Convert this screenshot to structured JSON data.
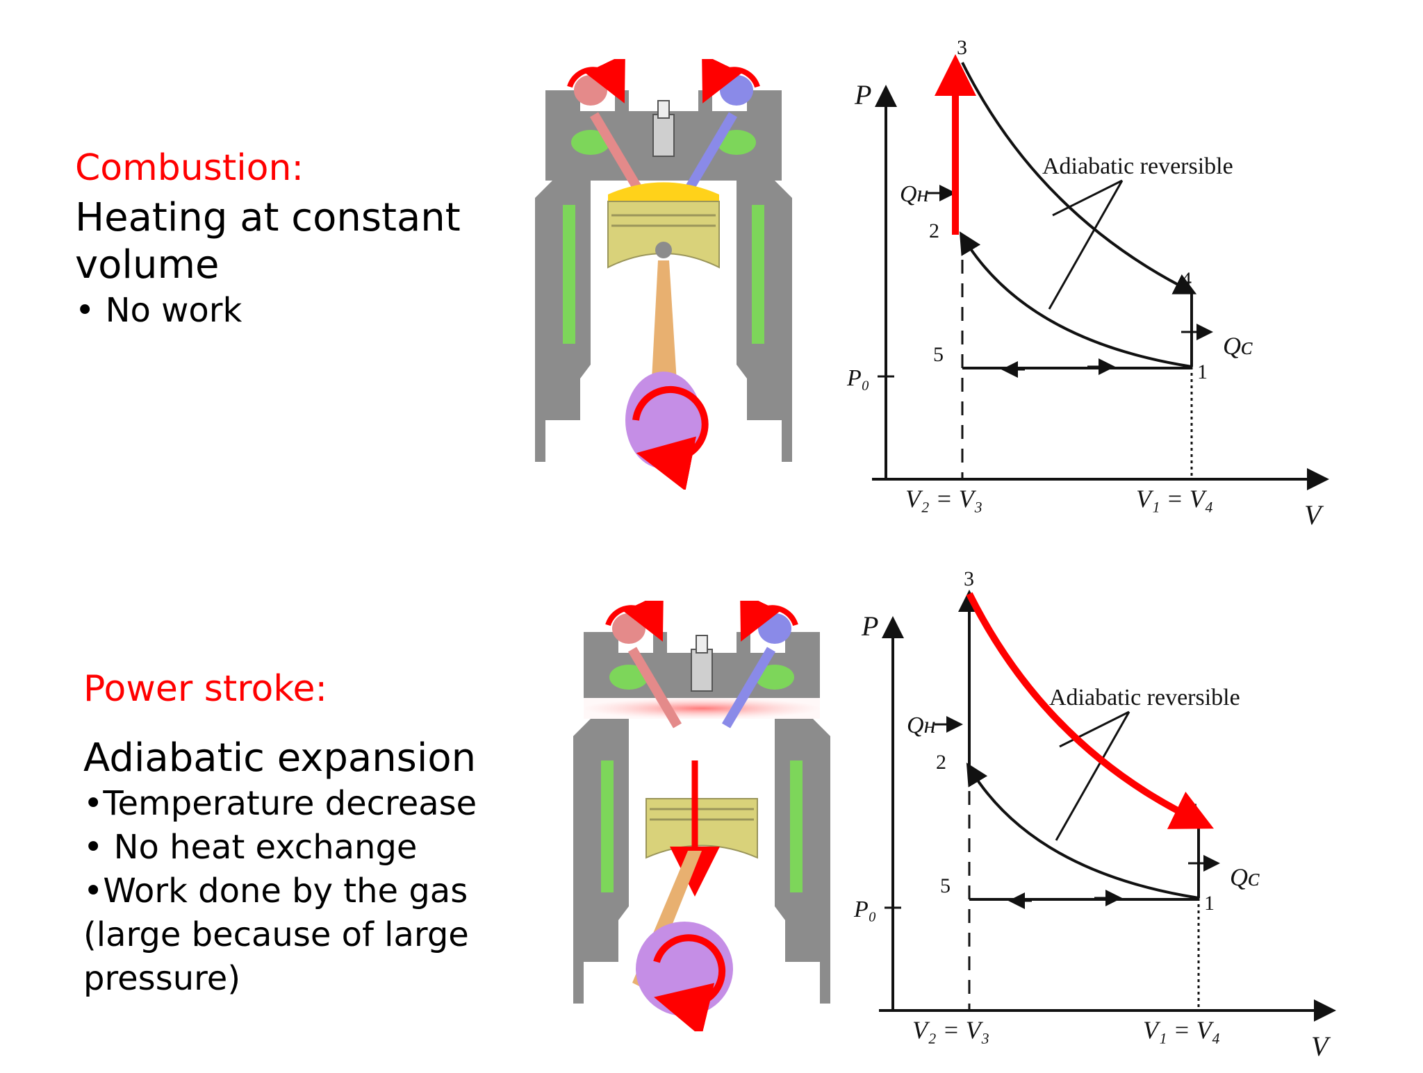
{
  "slides": [
    {
      "title": "Combustion:",
      "heading_lines": [
        "Heating at constant",
        "volume"
      ],
      "bullets": [
        "• No work"
      ]
    },
    {
      "title": "Power stroke:",
      "heading_lines": [
        "Adiabatic expansion"
      ],
      "bullets": [
        "•Temperature decrease",
        "• No heat exchange",
        "•Work done by the gas",
        "(large because of large",
        "pressure)"
      ]
    }
  ],
  "pv_diagram": {
    "p_axis": "P",
    "v_axis": "V",
    "p0": "P₀",
    "v_left": "V₂ = V₃",
    "v_right": "V₁ = V₄",
    "qh": "Qʜ",
    "qc": "Qᴄ",
    "curve_label": "Adiabatic reversible",
    "points": [
      "1",
      "2",
      "3",
      "4",
      "5"
    ]
  },
  "colors": {
    "highlight": "#ff0000",
    "title": "#ff0000",
    "engine_body": "#8c8c8c",
    "coolant": "#7dd65a",
    "piston": "#d9d27a",
    "crank": "#c58ee6",
    "intake_valve": "#e48a8a",
    "exhaust_valve": "#8a8ae8"
  }
}
